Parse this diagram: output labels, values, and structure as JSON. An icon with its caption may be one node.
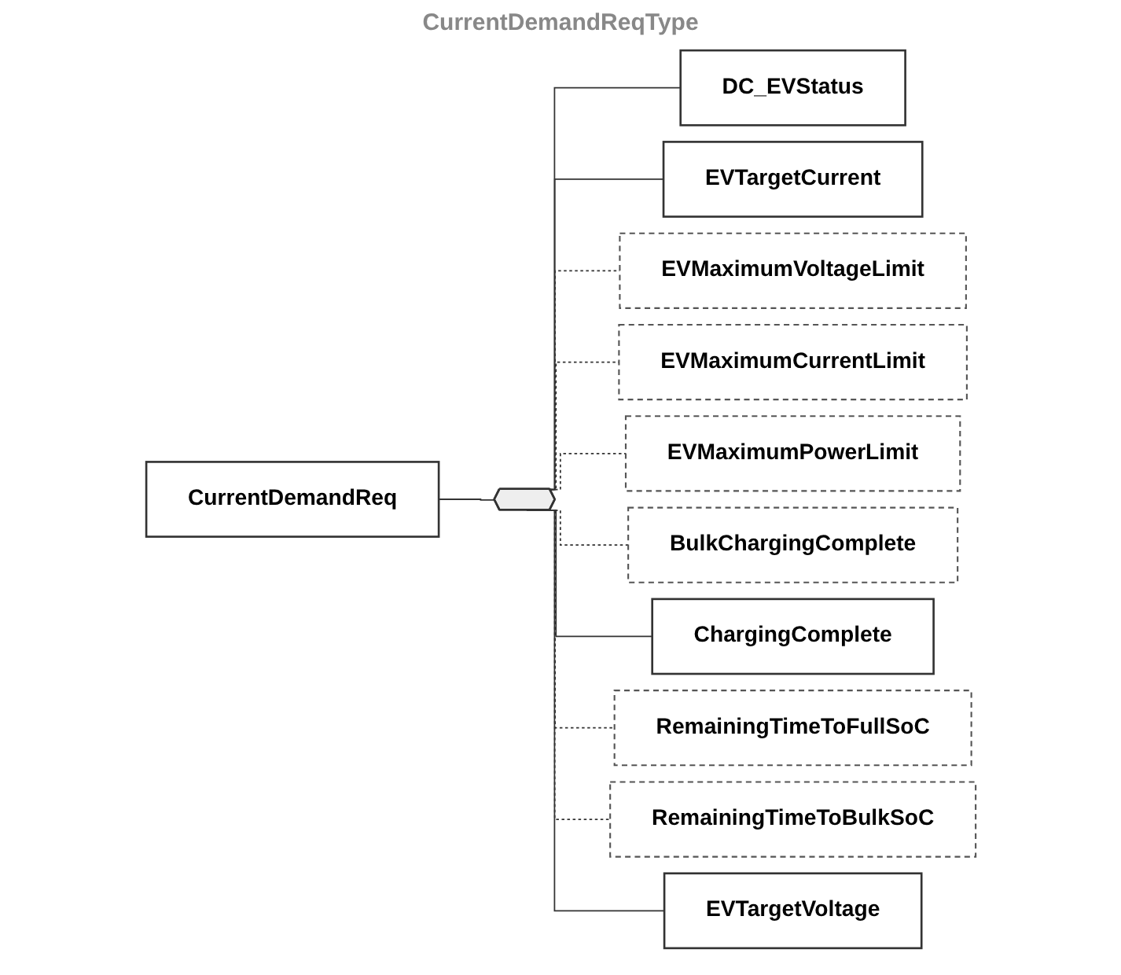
{
  "diagram": {
    "title": "CurrentDemandReqType",
    "nodes": [
      {
        "text": [
          "CurrentDemandReq"
        ]
      },
      {
        "text": [],
        "shape": "octagon"
      },
      {
        "text": [
          "DC_EVStatus"
        ]
      },
      {
        "text": [
          "EVTargetCurrent"
        ]
      },
      {
        "text": [
          "EVMaximumVoltageLimit"
        ]
      },
      {
        "text": [
          "EVMaximumCurrentLimit"
        ]
      },
      {
        "text": [
          "EVMaximumPowerLimit"
        ]
      },
      {
        "text": [
          "BulkChargingComplete"
        ]
      },
      {
        "text": [
          "ChargingComplete"
        ]
      },
      {
        "text": [
          "RemainingTimeToFullSoC"
        ]
      },
      {
        "text": [
          "RemainingTimeToBulkSoC"
        ]
      },
      {
        "text": [
          "EVTargetVoltage"
        ]
      }
    ],
    "edges": [
      {
        "from": 0,
        "to": 1,
        "arrow": "none"
      },
      {
        "from": 1,
        "to": 2,
        "arrow": "none"
      },
      {
        "from": 1,
        "to": 3,
        "arrow": "none"
      },
      {
        "from": 1,
        "to": 4,
        "arrow": "none",
        "style": "dashed"
      },
      {
        "from": 1,
        "to": 5,
        "arrow": "none",
        "style": "dashed"
      },
      {
        "from": 1,
        "to": 6,
        "arrow": "none",
        "style": "dashed"
      },
      {
        "from": 1,
        "to": 7,
        "arrow": "none",
        "style": "dashed"
      },
      {
        "from": 1,
        "to": 8,
        "arrow": "none"
      },
      {
        "from": 1,
        "to": 9,
        "arrow": "none",
        "style": "dashed"
      },
      {
        "from": 1,
        "to": 10,
        "arrow": "none",
        "style": "dashed"
      },
      {
        "from": 1,
        "to": 11,
        "arrow": "none"
      }
    ]
  }
}
